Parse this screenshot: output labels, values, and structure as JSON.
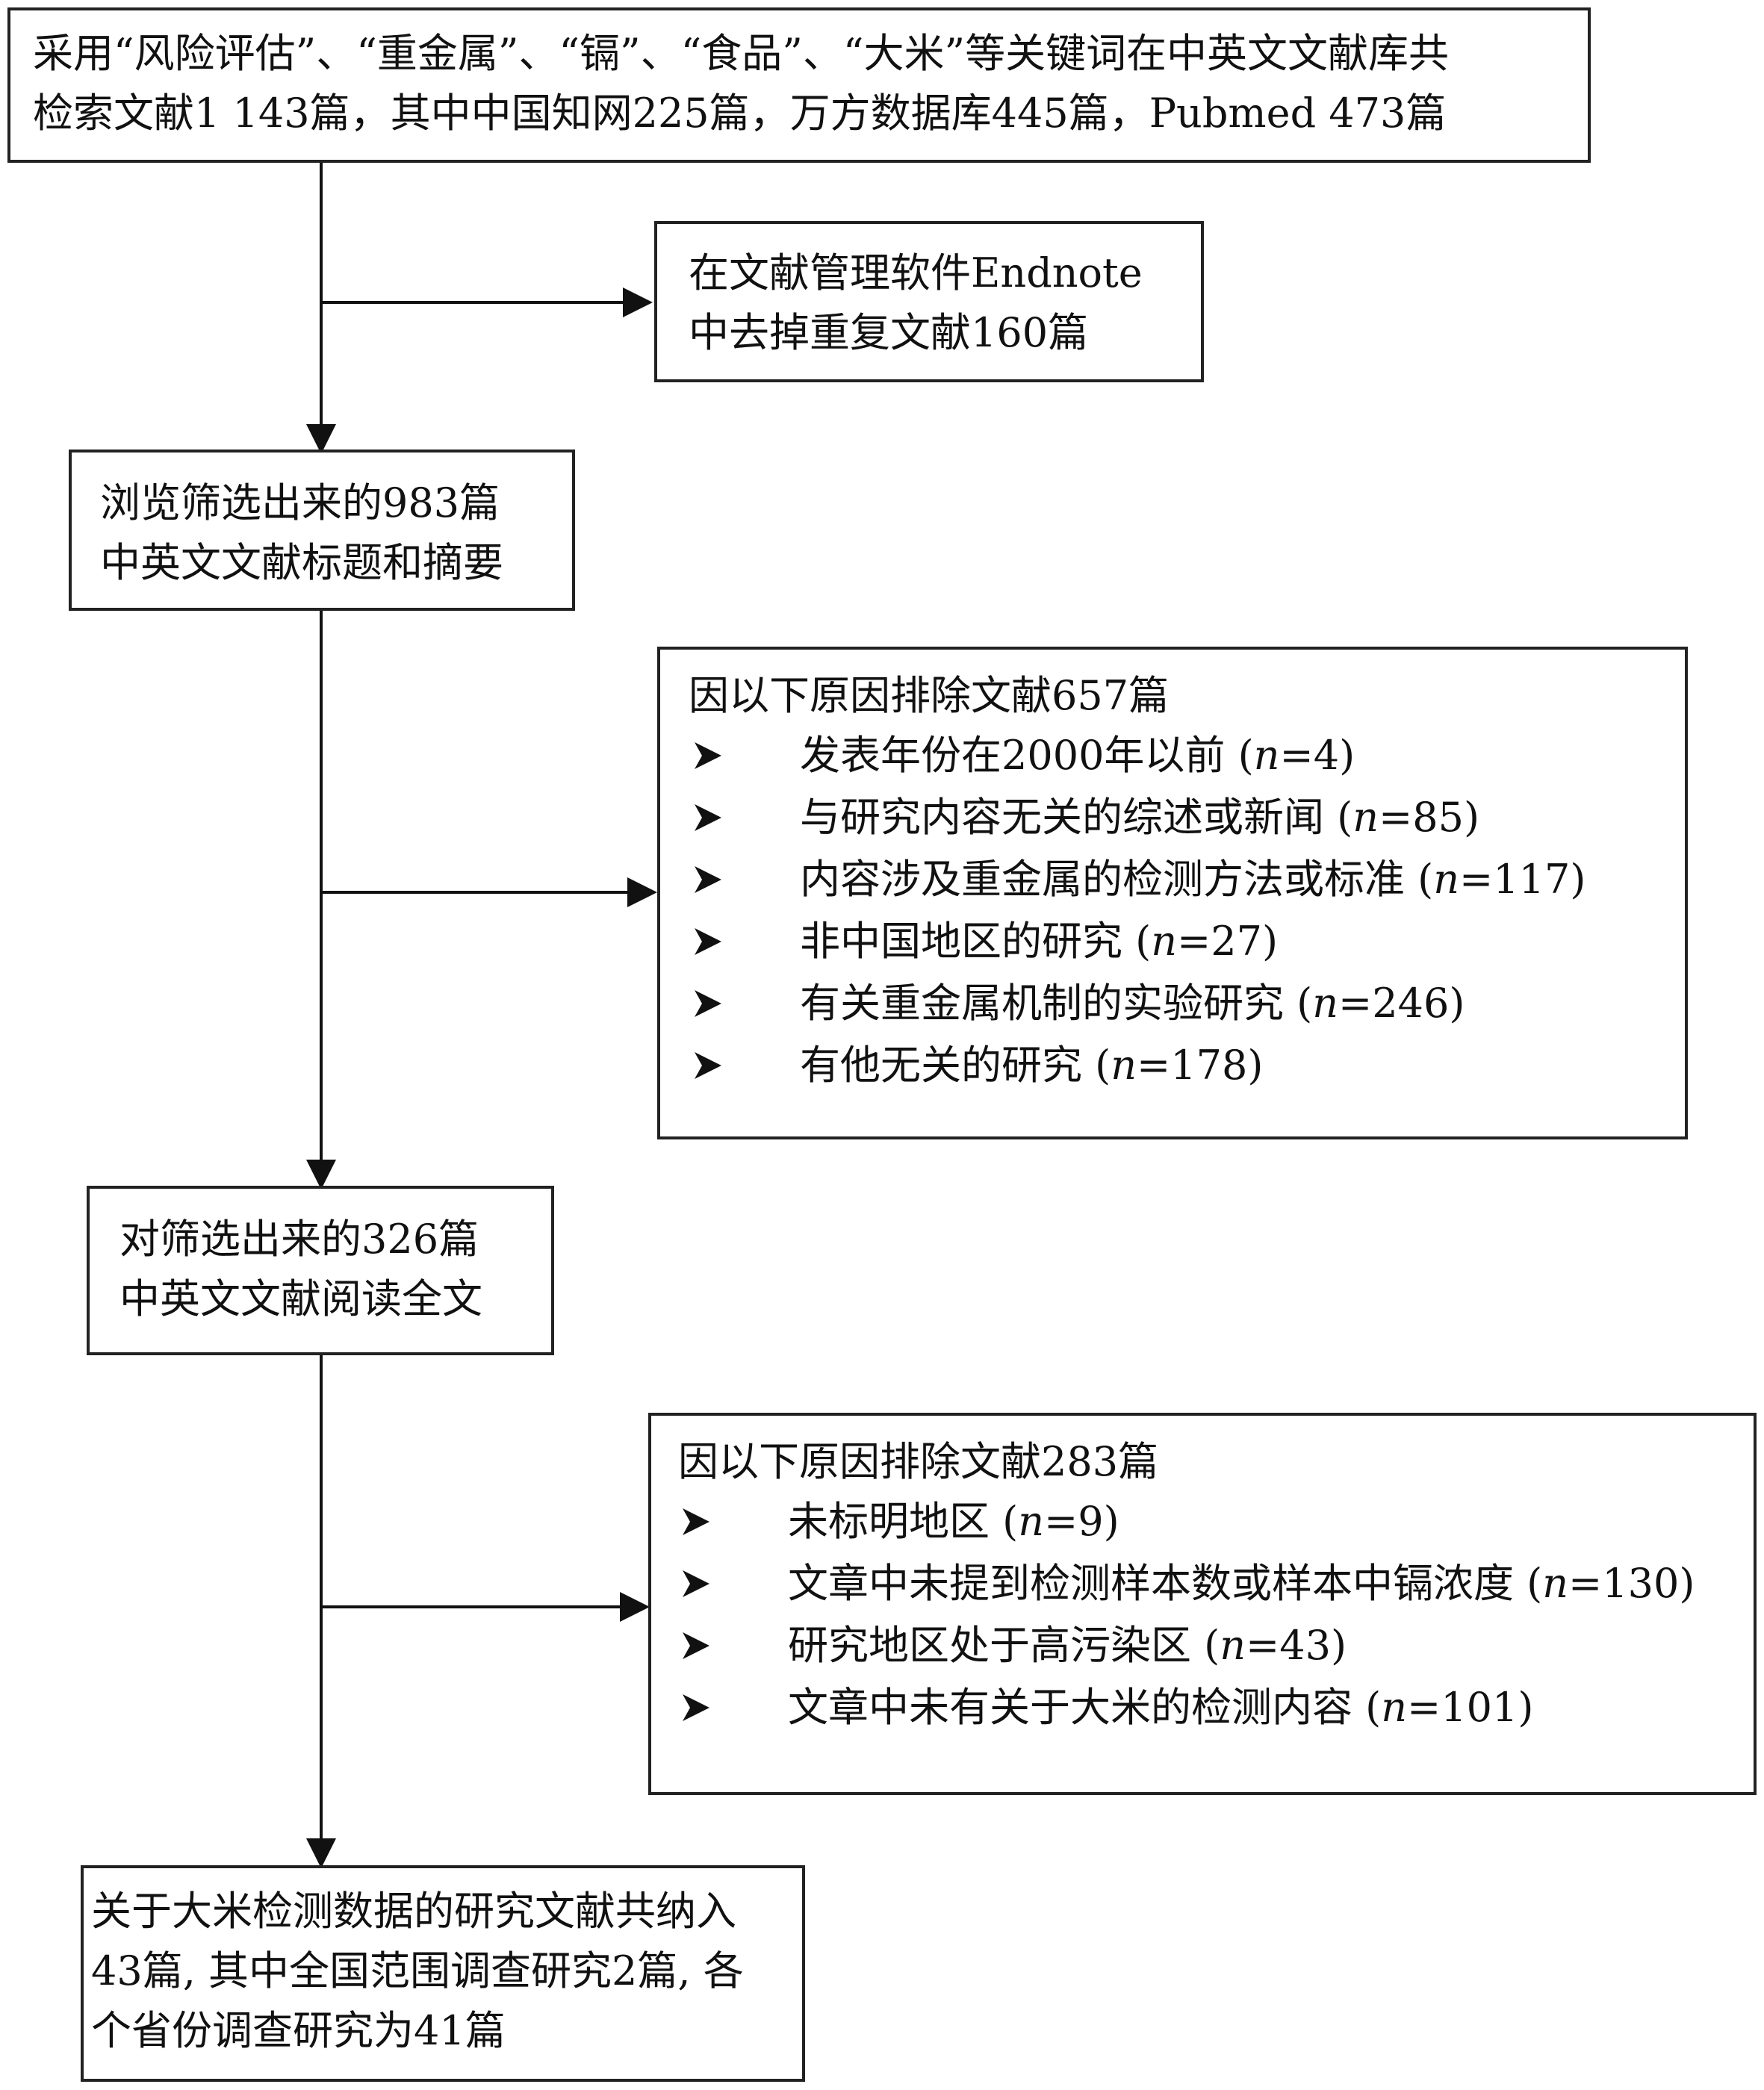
{
  "flow": {
    "search": {
      "lines": [
        "采用“风险评估”、“重金属”、“镉”、“食品”、“大米”等关键词在中英文文献库共",
        "检索文献1 143篇，其中中国知网225篇，万方数据库445篇，Pubmed 473篇"
      ]
    },
    "dedupe": {
      "lines": [
        "在文献管理软件Endnote",
        "中去掉重复文献160篇"
      ]
    },
    "screen": {
      "lines": [
        "浏览筛选出来的983篇",
        "中英文文献标题和摘要"
      ]
    },
    "exclude1": {
      "title": "因以下原因排除文献657篇",
      "items": [
        {
          "label": "发表年份在2000年以前",
          "n": "4"
        },
        {
          "label": "与研究内容无关的综述或新闻",
          "n": "85"
        },
        {
          "label": "内容涉及重金属的检测方法或标准",
          "n": "117"
        },
        {
          "label": "非中国地区的研究",
          "n": "27"
        },
        {
          "label": "有关重金属机制的实验研究",
          "n": "246"
        },
        {
          "label": "有他无关的研究",
          "n": "178"
        }
      ]
    },
    "fulltext": {
      "lines": [
        "对筛选出来的326篇",
        "中英文文献阅读全文"
      ]
    },
    "exclude2": {
      "title": "因以下原因排除文献283篇",
      "items": [
        {
          "label": "未标明地区",
          "n": "9"
        },
        {
          "label": "文章中未提到检测样本数或样本中镉浓度",
          "n": "130"
        },
        {
          "label": "研究地区处于高污染区",
          "n": "43"
        },
        {
          "label": "文章中未有关于大米的检测内容",
          "n": "101"
        }
      ]
    },
    "included": {
      "lines": [
        "关于大米检测数据的研究文献共纳入",
        "43篇, 其中全国范围调查研究2篇, 各",
        "个省份调查研究为41篇"
      ]
    }
  }
}
